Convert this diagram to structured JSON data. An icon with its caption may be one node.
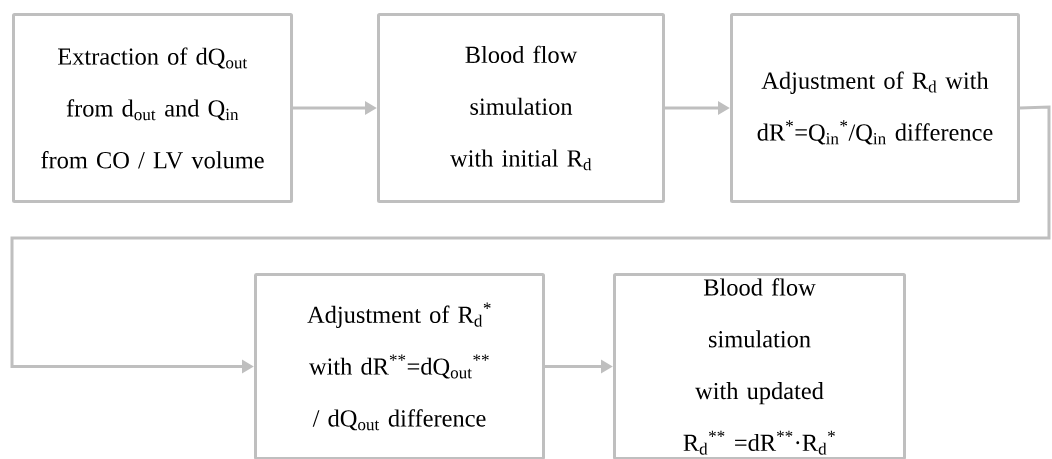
{
  "diagram": {
    "nodes": [
      {
        "text": [
          "Extraction of dQ$_{out}$ from d$_{out}$ and Q$_{in}$ from CO / LV volume"
        ]
      },
      {
        "text": [
          "Blood flow simulation with initial R$_{d}$"
        ]
      },
      {
        "text": [
          "Adjustment of R$_{d}$ with dR$^{*}$=Q$_{in}$$^{*}$/Q$_{in}$ difference"
        ]
      },
      {
        "text": [
          "Adjustment of R$_{d}$$^{*}$ with dR$^{**}$=dQ$_{out}$$^{**}$ / dQ$_{out}$ difference"
        ]
      },
      {
        "text": [
          "Blood flow simulation with updated R$_{d}$$^{**}$ =dR$^{**}$·R$_{d}$$^{*}$"
        ]
      }
    ],
    "edges": [
      {
        "from": 0,
        "to": 1,
        "arrow": "to"
      },
      {
        "from": 1,
        "to": 2,
        "arrow": "to"
      },
      {
        "from": 2,
        "to": 3,
        "arrow": "to"
      },
      {
        "from": 3,
        "to": 4,
        "arrow": "to"
      }
    ]
  }
}
